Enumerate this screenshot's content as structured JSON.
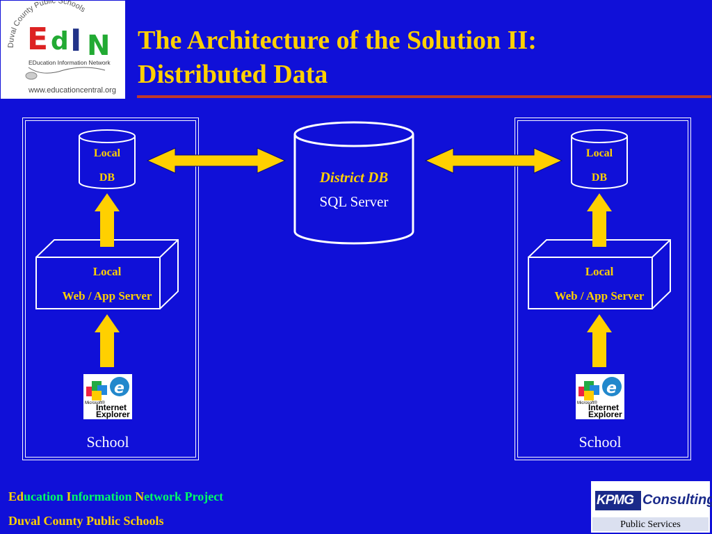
{
  "logo": {
    "arc_text": "Duval County Public Schools",
    "edin": "EdIN",
    "subtitle": "EDucation Information Network",
    "url": "www.educationcentral.org"
  },
  "title": {
    "line1": "The Architecture of the Solution II:",
    "line2": "Distributed Data"
  },
  "district_db": {
    "line1": "District DB",
    "line2": "SQL Server"
  },
  "schools": [
    {
      "db_line1": "Local",
      "db_line2": "DB",
      "server_line1": "Local",
      "server_line2": "Web / App Server",
      "label": "School",
      "browser": {
        "small": "Microsoft®",
        "big1": "Internet",
        "big2": "Explorer"
      }
    },
    {
      "db_line1": "Local",
      "db_line2": "DB",
      "server_line1": "Local",
      "server_line2": "Web / App Server",
      "label": "School",
      "browser": {
        "small": "Microsoft®",
        "big1": "Internet",
        "big2": "Explorer"
      }
    }
  ],
  "footer": {
    "title": {
      "ed": "Ed",
      "ucation": "ucation ",
      "i": "I",
      "nformation": "nformation ",
      "n": "N",
      "etwork": "etwork Project"
    },
    "subtitle": "Duval County Public Schools"
  },
  "kpmg": {
    "brand": "KPMG",
    "product": "Consulting",
    "unit": "Public Services"
  },
  "colors": {
    "background": "#1010d8",
    "accent": "#ffd000",
    "rule": "#c0392b",
    "footer_text": "#00ff66"
  }
}
